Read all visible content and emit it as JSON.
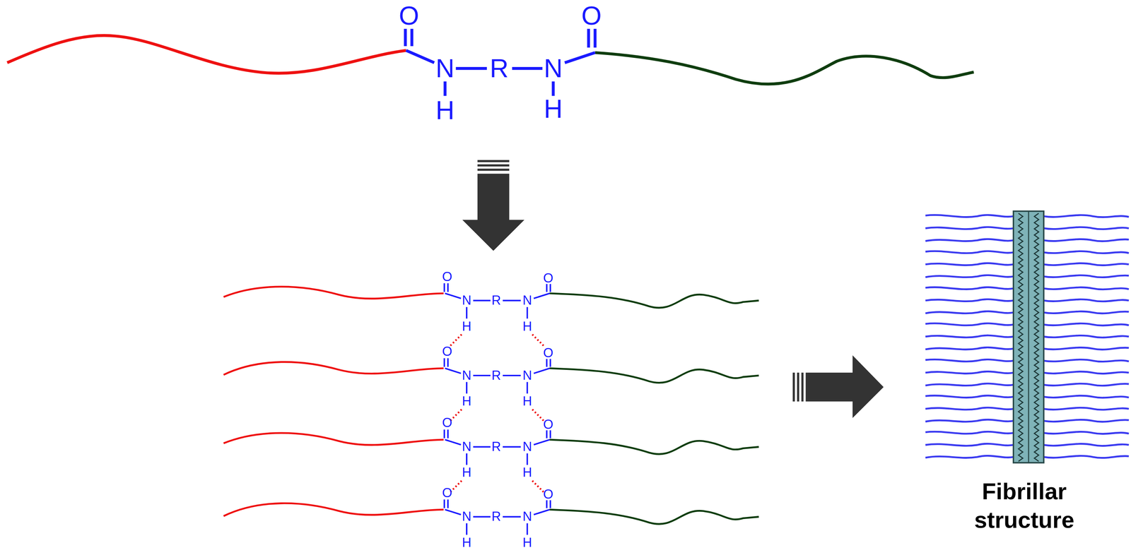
{
  "diagram": {
    "labels": [
      "O",
      "O",
      "N",
      "R",
      "N",
      "H",
      "H",
      "O",
      "O",
      "N",
      "R",
      "N",
      "H",
      "H",
      "O",
      "O",
      "N",
      "R",
      "N",
      "H",
      "H",
      "O",
      "O",
      "N",
      "R",
      "N",
      "H",
      "H",
      "O",
      "O",
      "N",
      "R",
      "N",
      "H",
      "H",
      "Fibrillar structure"
    ]
  }
}
